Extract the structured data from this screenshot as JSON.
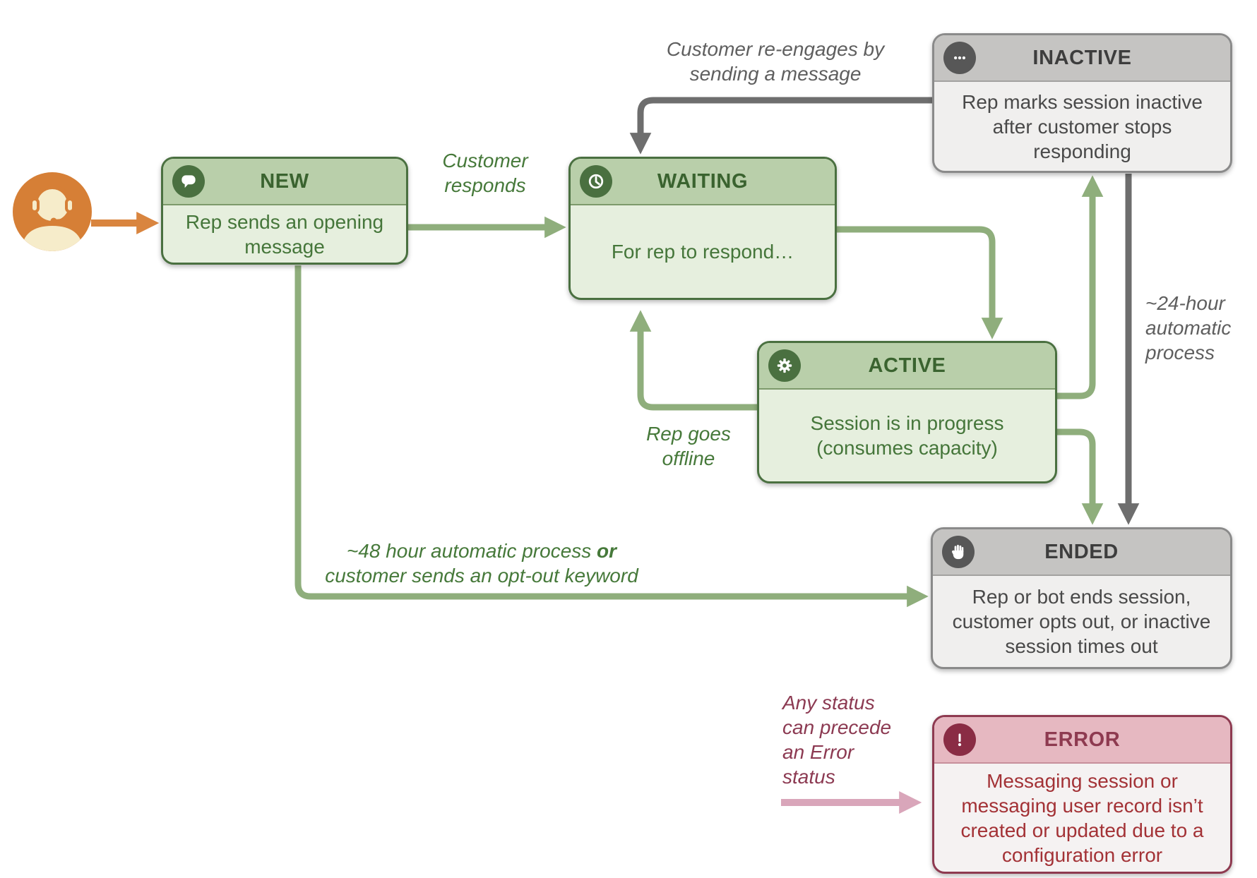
{
  "diagram": {
    "title_semantics": "Messaging session status flow",
    "states": {
      "new": {
        "title": "NEW",
        "body": "Rep sends an opening message",
        "icon": "chat-bubble-icon"
      },
      "waiting": {
        "title": "WAITING",
        "body": "For rep to respond…",
        "icon": "clock-icon"
      },
      "active": {
        "title": "ACTIVE",
        "body": "Session is in progress (consumes capacity)",
        "icon": "gear-icon"
      },
      "inactive": {
        "title": "INACTIVE",
        "body": "Rep marks session inactive after customer stops responding",
        "icon": "ellipsis-icon"
      },
      "ended": {
        "title": "ENDED",
        "body": "Rep or bot ends session, customer opts out, or inactive session times out",
        "icon": "hand-icon"
      },
      "error": {
        "title": "ERROR",
        "body": "Messaging session or messaging user record isn’t created or updated due to a configuration error",
        "icon": "exclamation-icon"
      }
    },
    "labels": {
      "customer_responds": {
        "lines": [
          "Customer",
          "responds"
        ]
      },
      "customer_reengages": {
        "lines": [
          "Customer re-engages by",
          "sending a message"
        ]
      },
      "auto_24": {
        "lines": [
          "~24-hour",
          "automatic",
          "process"
        ]
      },
      "rep_goes_offline": {
        "lines": [
          "Rep goes",
          "offline"
        ]
      },
      "auto_48": {
        "line1": "~48 hour automatic process",
        "or_word": "or",
        "line2": "customer sends an opt-out keyword"
      },
      "any_status": {
        "lines": [
          "Any status",
          "can precede",
          "an Error",
          "status"
        ]
      }
    },
    "colors": {
      "green_border": "#4a7040",
      "green_header": "#b9cfaa",
      "green_body": "#e6efde",
      "green_arrow": "#8fae7c",
      "gray_border": "#8a8a8a",
      "gray_header": "#c5c4c2",
      "gray_body": "#f0efee",
      "gray_arrow": "#6e6e6e",
      "maroon_border": "#8e3a50",
      "error_header": "#e6b8c1",
      "error_text": "#a33236",
      "pink_arrow": "#d9a6ba",
      "orange_agent": "#d67f36",
      "agent_cream": "#f6ecca"
    }
  }
}
